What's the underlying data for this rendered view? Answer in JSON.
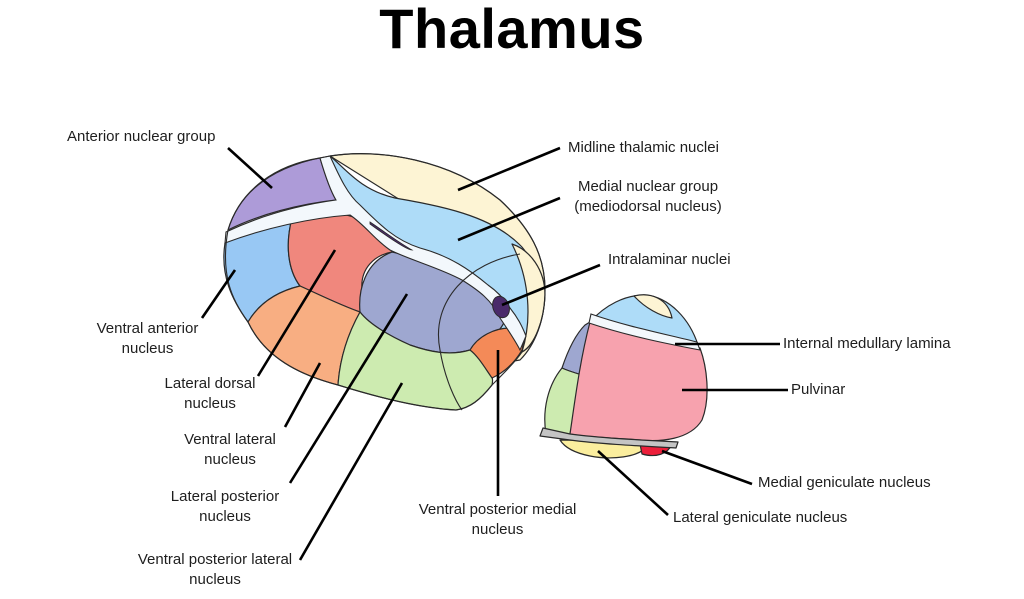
{
  "title": "Thalamus",
  "colors": {
    "anterior_nuclear_group": "#ad9bd8",
    "midline_thalamic_nuclei": "#fdf4d4",
    "medial_nuclear_group": "#aedcf8",
    "ventral_anterior": "#98c8f4",
    "lateral_dorsal": "#f0877d",
    "lateral_posterior": "#9ea7d0",
    "ventral_lateral": "#f8ae82",
    "ventral_posterior_lateral": "#cdebb0",
    "ventral_posterior_medial": "#f48a58",
    "intralaminar": "#4a2a6a",
    "internal_medullary_lamina": "#f3f8fc",
    "pulvinar": "#f7a2ae",
    "lateral_geniculate": "#fbee9e",
    "medial_geniculate": "#ec1f3a",
    "lamina_gray": "#c4c4c4"
  },
  "labels": {
    "anterior_nuclear_group": "Anterior nuclear group",
    "midline_thalamic_nuclei": "Midline thalamic nuclei",
    "medial_nuclear_group_line1": "Medial nuclear group",
    "medial_nuclear_group_line2": "(mediodorsal nucleus)",
    "intralaminar_nuclei": "Intralaminar nuclei",
    "internal_medullary_lamina": "Internal medullary lamina",
    "pulvinar": "Pulvinar",
    "medial_geniculate_nucleus": "Medial geniculate nucleus",
    "lateral_geniculate_nucleus": "Lateral geniculate nucleus",
    "ventral_anterior_line1": "Ventral anterior",
    "ventral_anterior_line2": "nucleus",
    "lateral_dorsal_line1": "Lateral dorsal",
    "lateral_dorsal_line2": "nucleus",
    "ventral_lateral_line1": "Ventral lateral",
    "ventral_lateral_line2": "nucleus",
    "lateral_posterior_line1": "Lateral posterior",
    "lateral_posterior_line2": "nucleus",
    "ventral_posterior_lateral_line1": "Ventral posterior lateral",
    "ventral_posterior_lateral_line2": "nucleus",
    "ventral_posterior_medial_line1": "Ventral posterior medial",
    "ventral_posterior_medial_line2": "nucleus"
  }
}
